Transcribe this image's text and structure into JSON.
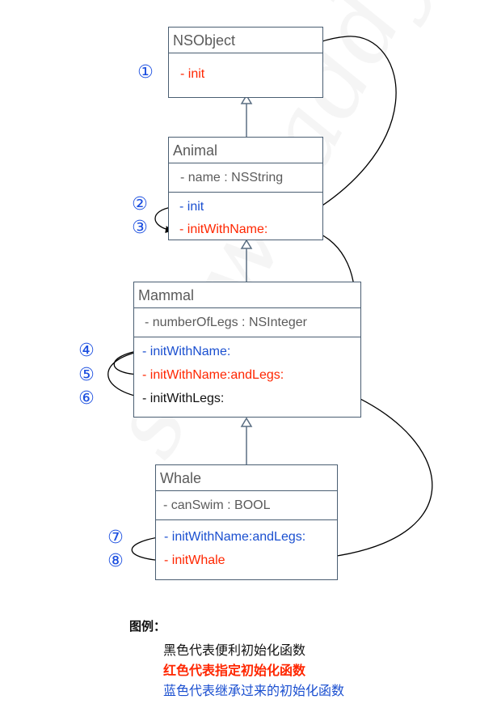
{
  "watermark": "snowEaddy",
  "classes": {
    "nsobject": {
      "name": "NSObject",
      "methods": [
        "- init"
      ]
    },
    "animal": {
      "name": "Animal",
      "attribute": "- name : NSString",
      "methods": [
        "- init",
        "- initWithName:"
      ]
    },
    "mammal": {
      "name": "Mammal",
      "attribute": "- numberOfLegs : NSInteger",
      "methods": [
        "- initWithName:",
        "- initWithName:andLegs:",
        "- initWithLegs:"
      ]
    },
    "whale": {
      "name": "Whale",
      "attribute": "- canSwim : BOOL",
      "methods": [
        "- initWithName:andLegs:",
        "- initWhale"
      ]
    }
  },
  "steps": [
    "①",
    "②",
    "③",
    "④",
    "⑤",
    "⑥",
    "⑦",
    "⑧"
  ],
  "legend": {
    "title": "图例：",
    "black": "黑色代表便利初始化函数",
    "red": "红色代表指定初始化函数",
    "blue": "蓝色代表继承过来的初始化函数"
  },
  "colors": {
    "designated": "#ff2600",
    "inherited": "#1a4fd0",
    "convenience": "#111111",
    "step_number": "#1c4fe0",
    "class_border": "#4a5e72"
  }
}
